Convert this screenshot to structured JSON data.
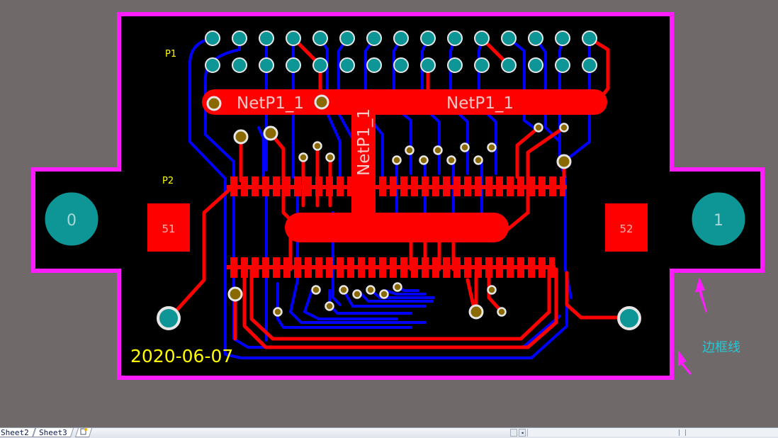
{
  "board": {
    "designator_p1": "P1",
    "designator_p2": "P2",
    "net_label": "NetP1_1",
    "mount_hole_left": "0",
    "mount_hole_right": "1",
    "pad_51": "51",
    "pad_52": "52",
    "date": "2020-06-07"
  },
  "annotation": {
    "label": "边框线"
  },
  "tabs": {
    "sheet2": "Sheet2",
    "sheet3": "Sheet3"
  },
  "colors": {
    "background": "#6f6a69",
    "board": "#000000",
    "outline": "#ff1cff",
    "top_copper": "#ff0000",
    "bottom_copper": "#0000ff",
    "pad": "#0e9595",
    "via": "#8a6a00",
    "silkscreen": "#ffff00",
    "annotation_text": "#27c6d4"
  },
  "icons": {
    "arrow": "arrow-up-icon",
    "sheet_tab": "sheet-tab-icon"
  }
}
